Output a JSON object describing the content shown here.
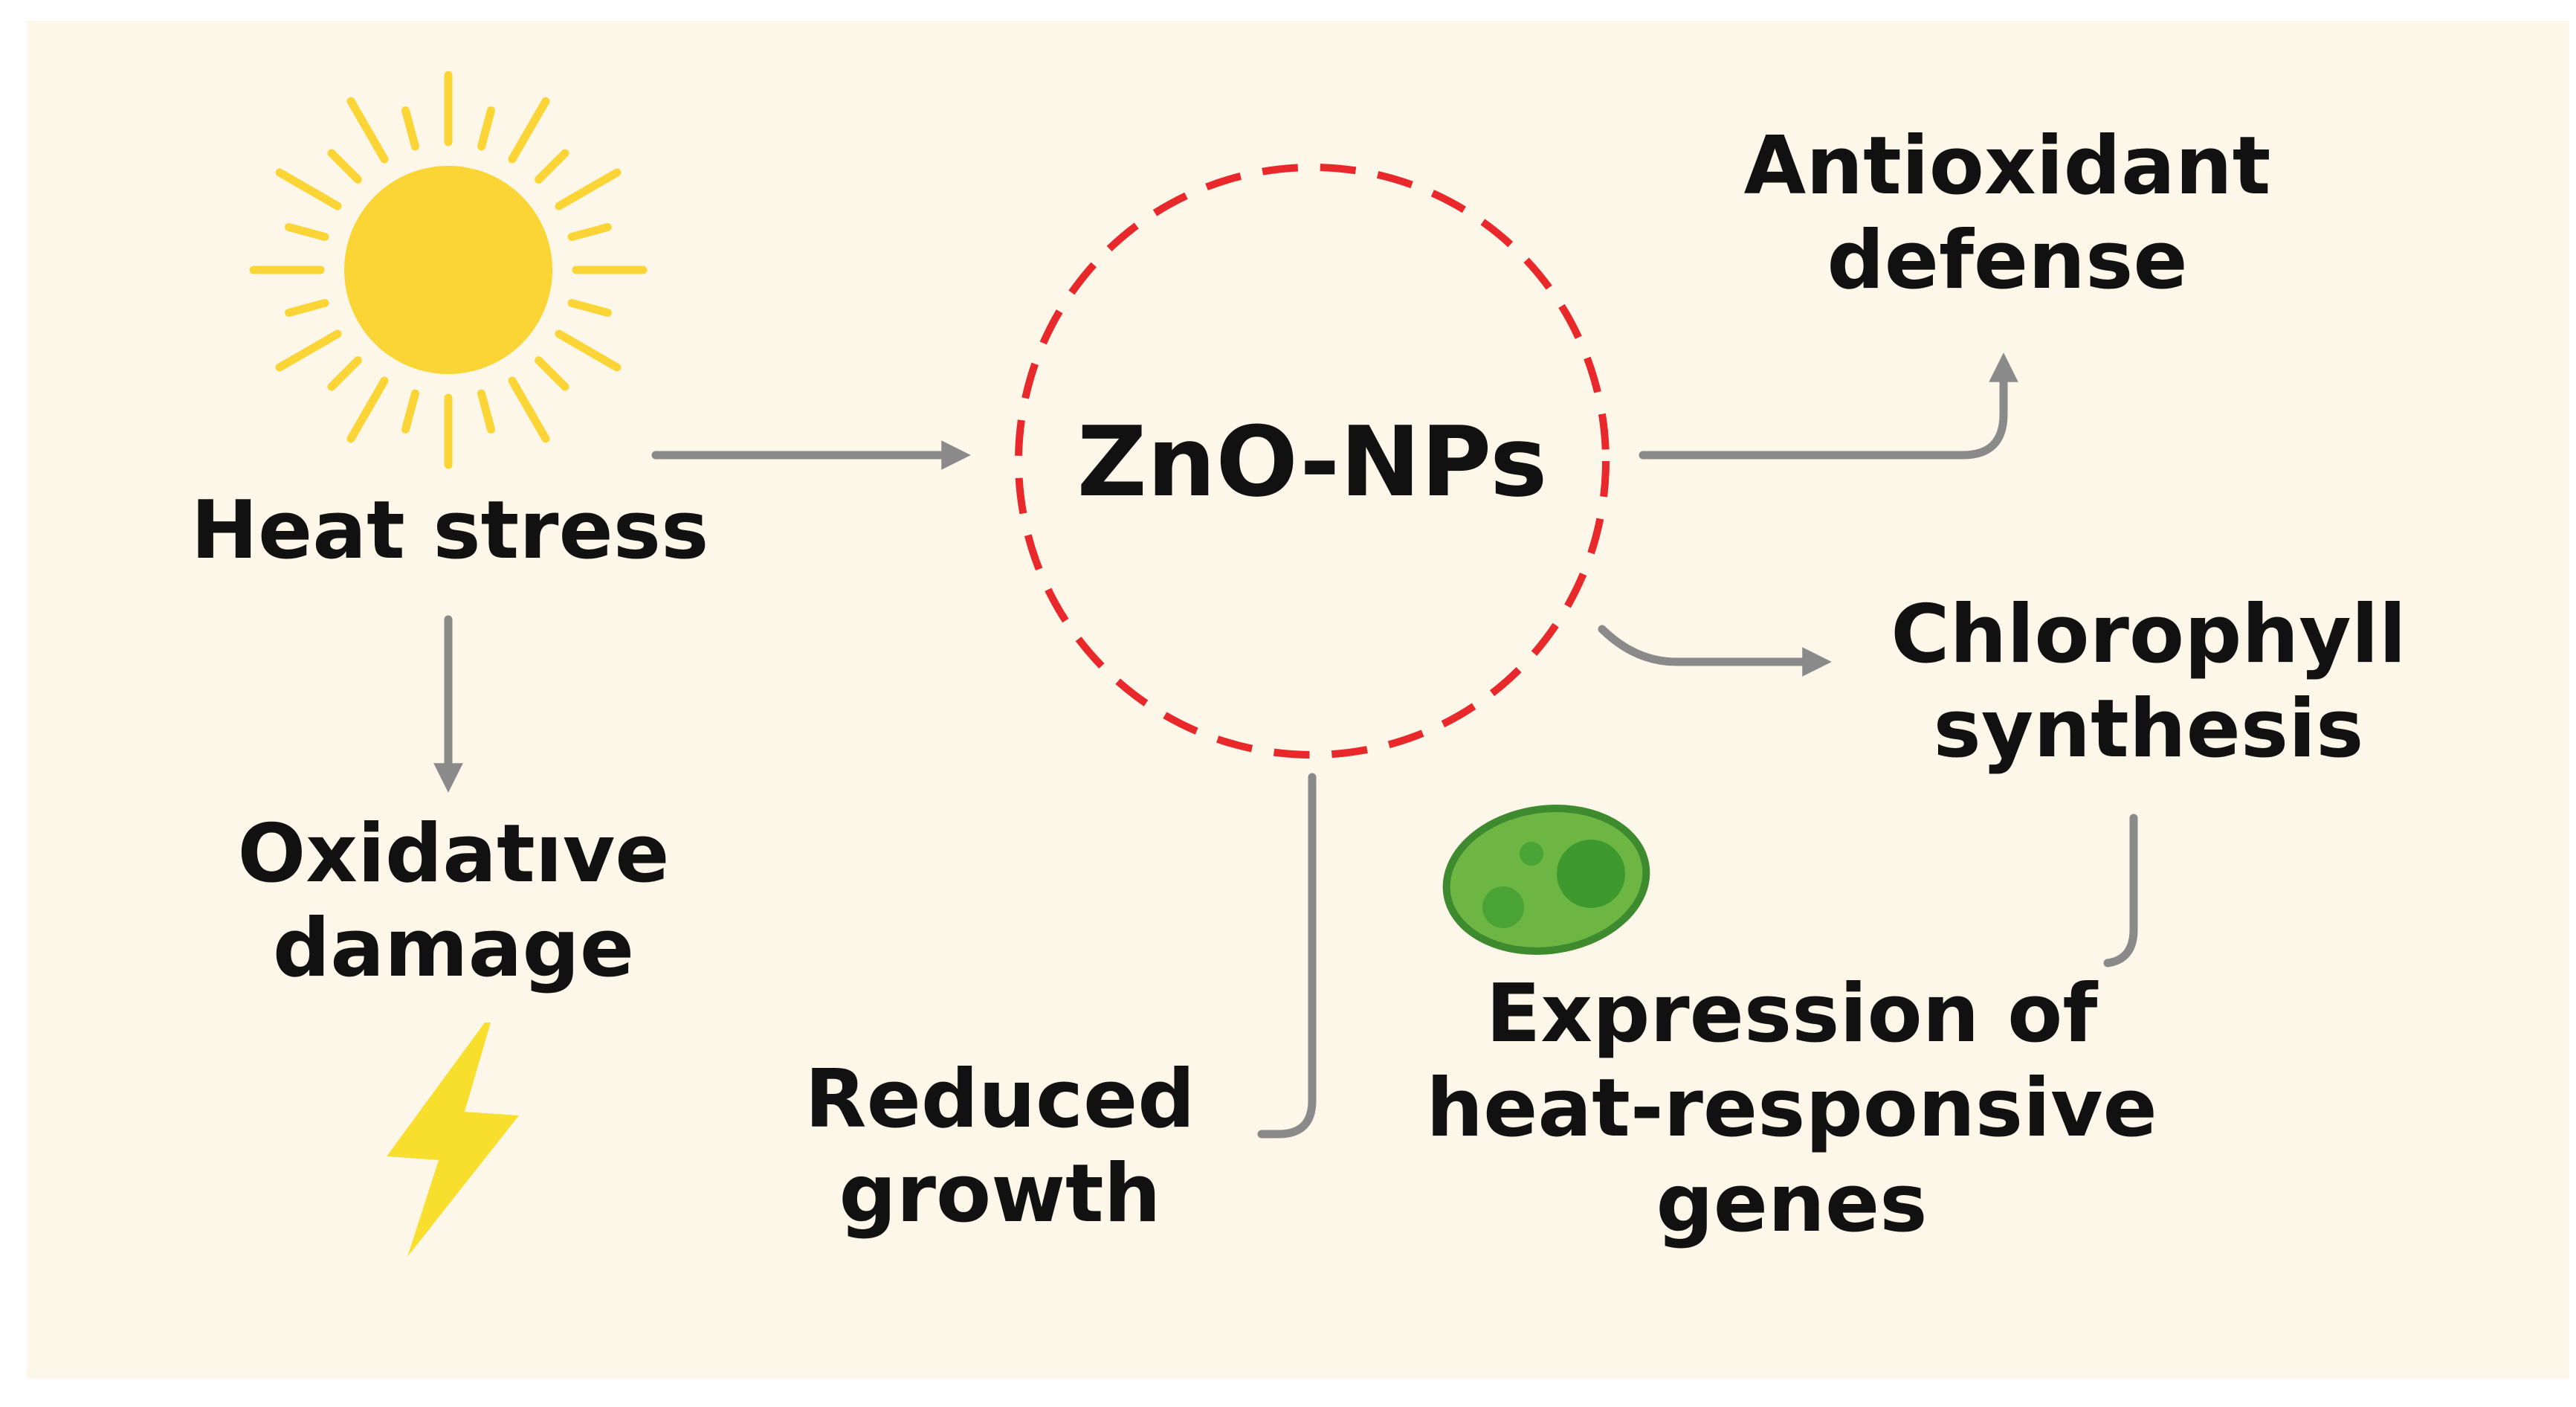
{
  "colors": {
    "background": "#fdf7ea",
    "arrow": "#8a8a8a",
    "sun": "#fbd536",
    "sun_rays": "#fbd536",
    "bolt": "#f8df2e",
    "circle_dash": "#e8282a",
    "cell_fill": "#6eb644",
    "cell_outline": "#3d8a2f",
    "text": "#111111"
  },
  "nodes": {
    "heat_stress": {
      "label": "Heat stress",
      "icon": "sun-icon"
    },
    "oxidative_damage": {
      "lines": [
        "Oxidatıve",
        "damage"
      ],
      "icon": "lightning-bolt-icon"
    },
    "zno_nps": {
      "label": "ZnO-NPs"
    },
    "antioxidant_defense": {
      "lines": [
        "Antioxidant",
        "defense"
      ]
    },
    "chlorophyll_synthesis": {
      "lines": [
        "Chlorophyll",
        "synthesis"
      ]
    },
    "reduced_growth": {
      "lines": [
        "Reduced",
        "growth"
      ]
    },
    "gene_expression": {
      "lines": [
        "Expression of",
        "heat-responsive",
        "genes"
      ],
      "icon": "chloroplast-icon"
    }
  },
  "edges": [
    {
      "from": "heat_stress",
      "to": "zno_nps"
    },
    {
      "from": "heat_stress",
      "to": "oxidative_damage"
    },
    {
      "from": "zno_nps",
      "to": "antioxidant_defense"
    },
    {
      "from": "zno_nps",
      "to": "chlorophyll_synthesis"
    },
    {
      "from": "zno_nps",
      "to": "reduced_growth"
    },
    {
      "from": "chlorophyll_synthesis",
      "to": "gene_expression"
    }
  ]
}
